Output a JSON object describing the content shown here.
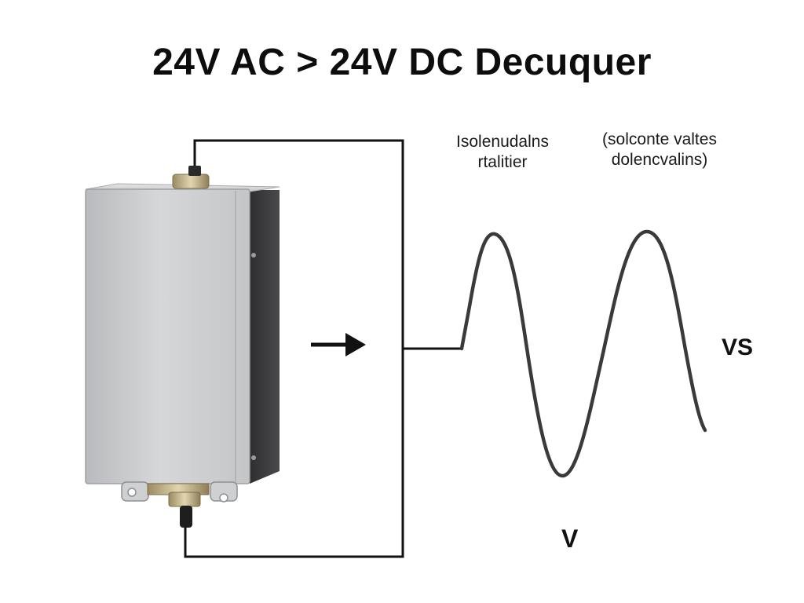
{
  "title": "24V AC > 24V DC Decuquer",
  "labels": {
    "left_line1": "Isolenudalns",
    "left_line2": "rtalitier",
    "right_line1": "(solconte valtes",
    "right_line2": "dolencvalins)",
    "vs": "VS",
    "v": "V"
  },
  "colors": {
    "wire": "#111111",
    "wave": "#3a3a3a",
    "enclosure_front": "#c9cacc",
    "enclosure_side": "#3b3b3d"
  },
  "icons": {
    "arrow": "arrow-right-icon",
    "device": "power-supply-enclosure"
  }
}
